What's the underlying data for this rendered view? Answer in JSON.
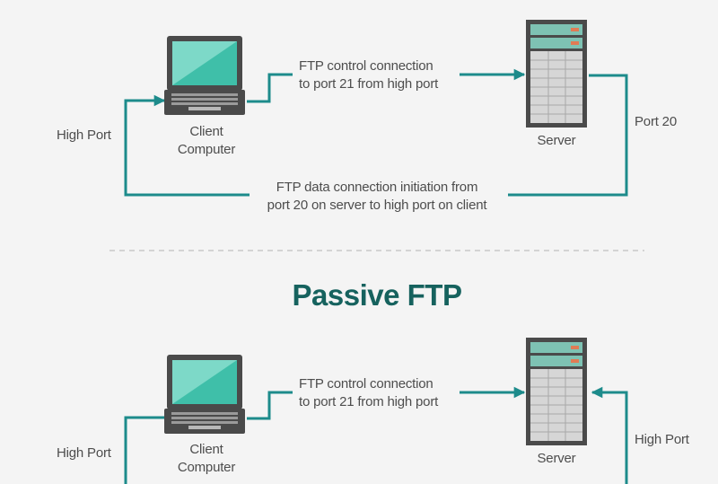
{
  "diagram": {
    "colors": {
      "teal_line": "#1d8b8b",
      "title": "#16625e",
      "text": "#4d4d4d",
      "device_dark": "#4a4a4a",
      "screen": "#45c3af",
      "server_panel": "#6fbfae",
      "background": "#f4f4f4"
    },
    "active_section": {
      "control_line1": "FTP control connection",
      "control_line2": "to port 21 from high port",
      "client_line1": "Client",
      "client_line2": "Computer",
      "server_label": "Server",
      "high_port": "High Port",
      "port_20": "Port 20",
      "data_line1": "FTP data connection initiation from",
      "data_line2": "port 20 on server to high port on client"
    },
    "passive_section": {
      "title": "Passive FTP",
      "control_line1": "FTP control connection",
      "control_line2": "to port 21 from high port",
      "client_line1": "Client",
      "client_line2": "Computer",
      "server_label": "Server",
      "high_port_left": "High Port",
      "high_port_right": "High Port"
    },
    "icons": [
      "laptop-icon",
      "server-icon",
      "laptop-icon",
      "server-icon"
    ]
  }
}
